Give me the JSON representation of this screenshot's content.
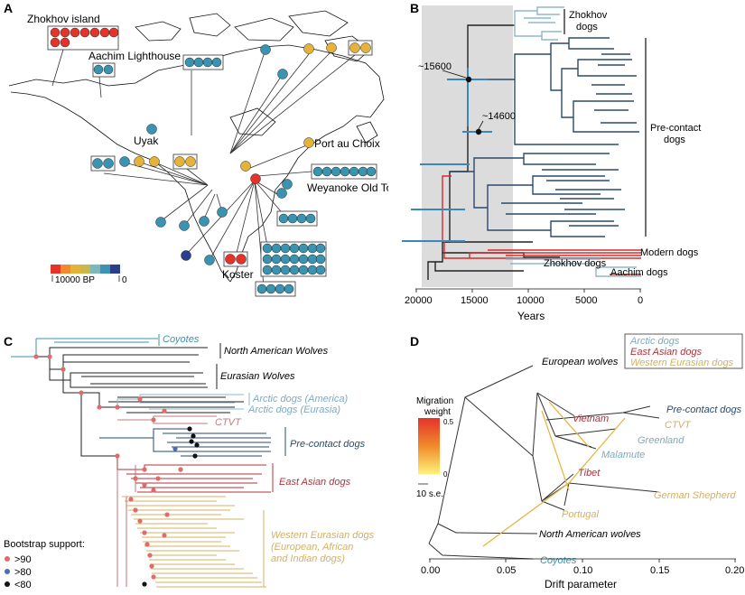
{
  "panelA": {
    "letter": "A",
    "sites": {
      "zhokhov": "Zhokhov island",
      "aachim": "Aachim Lighthouse",
      "uyak": "Uyak",
      "port_au_choix": "Port au Choix",
      "weyanoke": "Weyanoke Old Town",
      "koster": "Koster"
    },
    "legend": {
      "left": "10000 BP",
      "right": "0"
    },
    "scale_colors": [
      "#e5332a",
      "#f08a2b",
      "#e6b33a",
      "#c9b949",
      "#7fb7c0",
      "#3a93b0",
      "#2a3d8f"
    ]
  },
  "panelB": {
    "letter": "B",
    "labels": {
      "zhokhov_dogs": "Zhokhov dogs",
      "precontact": "Pre-contact dogs",
      "modern": "Modern dogs",
      "zhokhov2": "Zhokhov dogs",
      "aachim": "Aachim dogs",
      "node1": "~15600",
      "node2": "~14600"
    },
    "axis": {
      "title": "Years",
      "ticks": [
        "20000",
        "15000",
        "10000",
        "5000",
        "0"
      ]
    }
  },
  "panelC": {
    "letter": "C",
    "clades": {
      "coyotes": "Coyotes",
      "na_wolves": "North American Wolves",
      "eu_wolves": "Eurasian Wolves",
      "arctic_am": "Arctic dogs (America)",
      "arctic_eu": "Arctic dogs (Eurasia)",
      "ctvt": "CTVT",
      "precontact": "Pre-contact dogs",
      "east_asian": "East Asian dogs",
      "western": "Western Eurasian dogs",
      "western2": "(European, African",
      "western3": "and Indian dogs)"
    },
    "bootstrap": {
      "title": "Bootstrap support:",
      "gt90": ">90",
      "gt80": ">80",
      "lt80": "<80"
    }
  },
  "panelD": {
    "letter": "D",
    "legend": [
      "Arctic dogs",
      "East Asian dogs",
      "Western Eurasian dogs"
    ],
    "leaves": {
      "european_wolves": "European wolves",
      "vietnam": "Vietnam",
      "precontact": "Pre-contact dogs",
      "ctvt": "CTVT",
      "greenland": "Greenland",
      "malamute": "Malamute",
      "tibet": "Tibet",
      "german_shepherd": "German Shepherd",
      "portugal": "Portugal",
      "na_wolves": "North American wolves",
      "coyotes": "Coyotes"
    },
    "migration": {
      "title1": "Migration",
      "title2": "weight",
      "max": "0.5",
      "min": "0",
      "se": "10 s.e."
    },
    "axis": {
      "title": "Drift parameter",
      "ticks": [
        "0.00",
        "0.05",
        "0.10",
        "0.15",
        "0.20"
      ]
    }
  },
  "colors": {
    "arctic": "#7fa9bf",
    "east_asian": "#b0303a",
    "western": "#d4b063",
    "precontact": "#2b4a6b",
    "coyote": "#3a93b0",
    "modern": "#d62b2b"
  }
}
